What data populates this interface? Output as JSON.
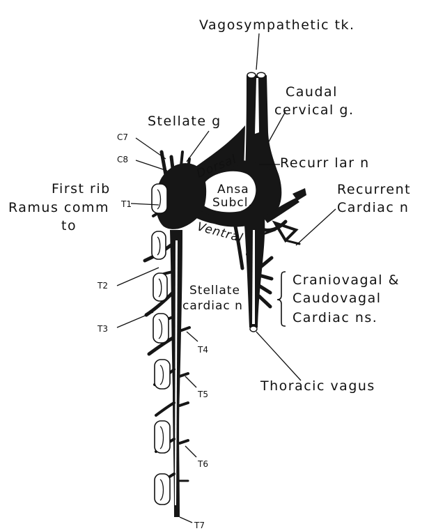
{
  "labels": {
    "vagosympathetic": "Vagosympathetic  tk.",
    "caudal_1": "Caudal",
    "caudal_2": "cervical  g.",
    "stellate": "Stellate  g",
    "c7": "C7",
    "c8": "C8",
    "dorsal": "Dorsal",
    "ansa_1": "Ansa",
    "ansa_2": "Subcl.",
    "recurr_lar": "Recurr  lar  n",
    "recurrent_1": "Recurrent",
    "recurrent_2": "Cardiac  n",
    "first_rib": "First  rib",
    "ramus_1": "Ramus  comm",
    "ramus_2": "to",
    "t1": "T1",
    "ventral": "Ventral",
    "t2": "T2",
    "t3": "T3",
    "stellate_cardiac_1": "Stellate",
    "stellate_cardiac_2": "cardiac  n",
    "craniovagal_1": "Craniovagal  &",
    "craniovagal_2": "Caudovagal",
    "craniovagal_3": "Cardiac  ns.",
    "t4": "T4",
    "t5": "T5",
    "thoracic_vagus": "Thoracic  vagus",
    "t6": "T6",
    "t7": "T7"
  }
}
